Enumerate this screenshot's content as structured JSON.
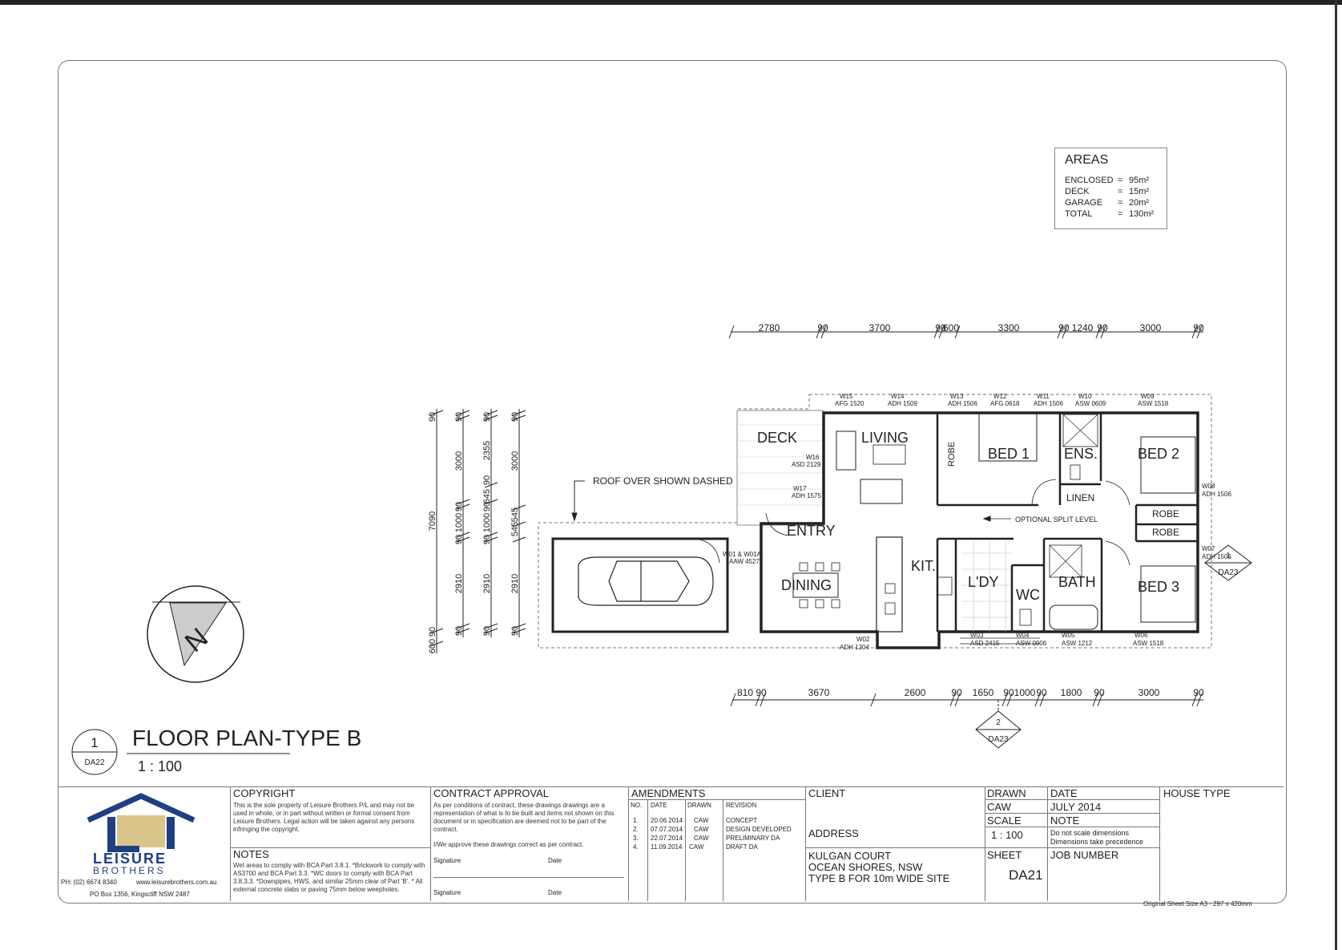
{
  "areas": {
    "title": "AREAS",
    "rows": [
      {
        "label": "ENCLOSED",
        "eq": "=",
        "value": "95m²"
      },
      {
        "label": "DECK",
        "eq": "=",
        "value": "15m²"
      },
      {
        "label": "GARAGE",
        "eq": "=",
        "value": "20m²"
      },
      {
        "label": "TOTAL",
        "eq": "=",
        "value": "130m²"
      }
    ]
  },
  "plan": {
    "title": "FLOOR PLAN-TYPE B",
    "scale": "1 : 100",
    "view_number": "1",
    "view_sheet": "DA22",
    "roof_note": "ROOF OVER SHOWN DASHED",
    "split_note": "OPTIONAL SPLIT LEVEL",
    "rooms": {
      "deck": "DECK",
      "living": "LIVING",
      "bed1": "BED 1",
      "ens": "ENS.",
      "bed2": "BED 2",
      "robe_left": "ROBE",
      "linen": "LINEN",
      "robe1": "ROBE",
      "robe2": "ROBE",
      "entry": "ENTRY",
      "kit": "KIT.",
      "dining": "DINING",
      "ldy": "L'DY",
      "wc": "WC",
      "bath": "BATH",
      "bed3": "BED 3"
    },
    "top_dims": [
      "2780",
      "90",
      "3700",
      "90",
      "600",
      "3300",
      "90",
      "1240",
      "90",
      "3000",
      "90"
    ],
    "bottom_dims": [
      "810",
      "90",
      "3670",
      "2600",
      "90",
      "1650",
      "90",
      "1000",
      "90",
      "1800",
      "90",
      "3000",
      "90"
    ],
    "left_dims_a": [
      "90",
      "7090",
      "90",
      "600"
    ],
    "left_dims_b": [
      "90",
      "3000",
      "90",
      "1000",
      "90",
      "2910",
      "90"
    ],
    "left_dims_c": [
      "90",
      "2355",
      "90",
      "645",
      "90",
      "1000",
      "90",
      "2910",
      "90"
    ],
    "left_dims_d": [
      "90",
      "3000",
      "545",
      "545",
      "2910",
      "90"
    ],
    "windows": {
      "w15": "W15",
      "w15t": "AFG 1520",
      "w14": "W14",
      "w14t": "ADH 1509",
      "w13": "W13",
      "w13t": "ADH 1506",
      "w12": "W12",
      "w12t": "AFG 0618",
      "w11": "W11",
      "w11t": "ADH 1506",
      "w10": "W10",
      "w10t": "ASW 0609",
      "w09": "W09",
      "w09t": "ASW 1518",
      "w16": "W16",
      "w16t": "ASD 2129",
      "w17": "W17",
      "w17t": "ADH 1575",
      "w01": "W01 & W01A",
      "w01t": "AAW 4527",
      "w02": "W02",
      "w02t": "ADH 1204",
      "w03": "W03",
      "w03t": "ASD 2415",
      "w04": "W04",
      "w04t": "ASW 0906",
      "w05": "W05",
      "w05t": "ASW 1212",
      "w06": "W06",
      "w06t": "ASW 1518",
      "w08": "W08",
      "w08t": "ADH 1506",
      "w07": "W07",
      "w07t": "ADH 1506"
    },
    "section1_num": "1",
    "section1_sheet": "DA23",
    "section2_num": "2",
    "section2_sheet": "DA23",
    "north": "N"
  },
  "titleblock": {
    "phone": "PH: (02) 6674 8340",
    "web": "www.leisurebrothers.com.au",
    "po": "PO Box 1356, Kingscliff NSW 2487",
    "logo_line1": "LEISURE",
    "logo_line2": "BROTHERS",
    "copyright_hd": "COPYRIGHT",
    "copyright": "This is the sole property of Leisure Brothers P/L and may not be used in whole, or in part without written or formal consent from Leisure Brothers. Legal action will be taken against any persons infringing the copyright.",
    "notes_hd": "NOTES",
    "notes": "Wet areas to comply with BCA Part 3.8.1. *Brickwork to comply with AS3700 and BCA Part 3.3. *WC doors to comply with BCA Part 3.8.3.3. *Downpipes, HWS, and similar 25mm clear of Part 'B'. * All external concrete slabs or paving 75mm below weepholes.",
    "contract_hd": "CONTRACT APPROVAL",
    "contract": "As per conditions of contract, these drawings drawings are a representation of what is to be built and items not shown on this document or in specification are deemed not to be part of the contract.",
    "approve": "I/We approve these drawings correct as per contract.",
    "signature1": "Signature",
    "date1": "Date",
    "signature2": "Signature",
    "date2": "Date",
    "amend_hd": "AMENDMENTS",
    "amend_cols": {
      "no": "NO.",
      "date": "DATE",
      "drawn": "DRAWN",
      "rev": "REVISION"
    },
    "amendments": [
      {
        "no": "1.",
        "date": "20.06.2014",
        "drawn": "CAW",
        "rev": "CONCEPT"
      },
      {
        "no": "2.",
        "date": "07.07.2014",
        "drawn": "CAW",
        "rev": "DESIGN DEVELOPED"
      },
      {
        "no": "3.",
        "date": "22.07.2014",
        "drawn": "CAW",
        "rev": "PRELIMINARY DA"
      },
      {
        "no": "4.",
        "date": "11.09.2014",
        "drawn": "CAW",
        "rev": "DRAFT DA"
      }
    ],
    "client_hd": "CLIENT",
    "address_hd": "ADDRESS",
    "address1": "KULGAN COURT",
    "address2": "OCEAN SHORES, NSW",
    "address3": "TYPE B FOR 10m WIDE SITE",
    "drawn_hd": "DRAWN",
    "drawn": "CAW",
    "date_hd": "DATE",
    "date": "JULY 2014",
    "scale_hd": "SCALE",
    "scale": "1 : 100",
    "note_hd": "NOTE",
    "note1": "Do not scale dimensions",
    "note2": "Dimensions take precedence",
    "sheet_hd": "SHEET",
    "sheet": "DA21",
    "job_hd": "JOB NUMBER",
    "house_hd": "HOUSE TYPE",
    "orig": "Original Sheet Size A3 - 297 x 420mm"
  }
}
